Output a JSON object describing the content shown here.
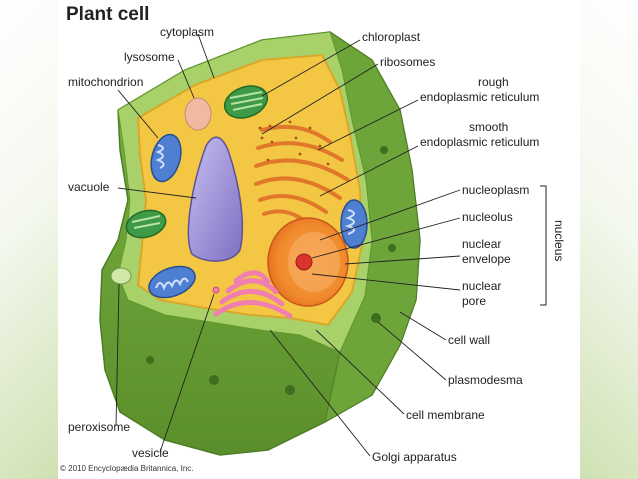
{
  "title": "Plant cell",
  "credit": "© 2010 Encyclopædia Britannica, Inc.",
  "labels": {
    "cytoplasm": "cytoplasm",
    "lysosome": "lysosome",
    "mitochondrion": "mitochondrion",
    "vacuole": "vacuole",
    "peroxisome": "peroxisome",
    "vesicle": "vesicle",
    "chloroplast": "chloroplast",
    "ribosomes": "ribosomes",
    "rough_er_1": "rough",
    "rough_er_2": "endoplasmic reticulum",
    "smooth_er_1": "smooth",
    "smooth_er_2": "endoplasmic reticulum",
    "nucleoplasm": "nucleoplasm",
    "nucleolus": "nucleolus",
    "nuclear_envelope_1": "nuclear",
    "nuclear_envelope_2": "envelope",
    "nuclear_pore_1": "nuclear",
    "nuclear_pore_2": "pore",
    "nucleus": "nucleus",
    "cell_wall": "cell wall",
    "plasmodesma": "plasmodesma",
    "cell_membrane": "cell membrane",
    "golgi": "Golgi apparatus"
  },
  "colors": {
    "cell_wall": "#8bbd4a",
    "cell_wall_dark": "#5f9a2e",
    "cytoplasm": "#f3c743",
    "vacuole": "#9a8ed4",
    "nucleus": "#f19a3a",
    "nucleolus": "#d9342b",
    "chloroplast": "#3f9a45",
    "mitochondrion": "#4f7fd0",
    "golgi": "#f07fb0",
    "er": "#e0772a"
  }
}
